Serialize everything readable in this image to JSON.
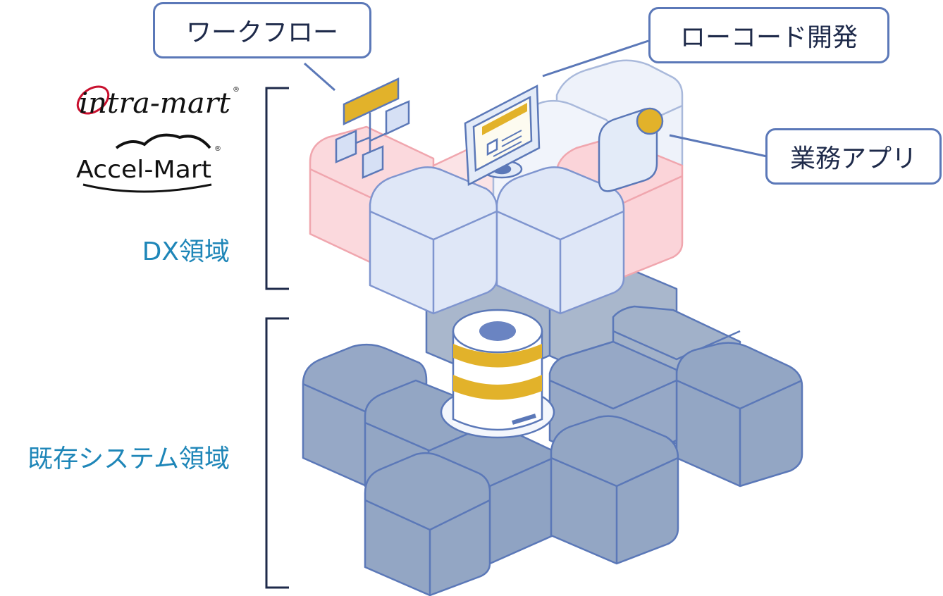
{
  "callouts": {
    "workflow": "ワークフロー",
    "lowcode": "ローコード開発",
    "business_app": "業務アプリ"
  },
  "logos": {
    "intra_mart": "intra-mart",
    "accel_mart": "Accel-Mart"
  },
  "regions": {
    "dx": "DX領域",
    "legacy": "既存システム領域"
  },
  "colors": {
    "accent_blue": "#1e86b8",
    "outline": "#5b78b8",
    "gold": "#e2b22a",
    "pink_block": "#f5c6cb",
    "white_block": "#e3ebf8",
    "gray_block": "#93a6c4",
    "logo_red": "#c8102e"
  },
  "icons": [
    "workflow-chart-icon",
    "monitor-icon",
    "app-card-icon",
    "database-icon"
  ]
}
